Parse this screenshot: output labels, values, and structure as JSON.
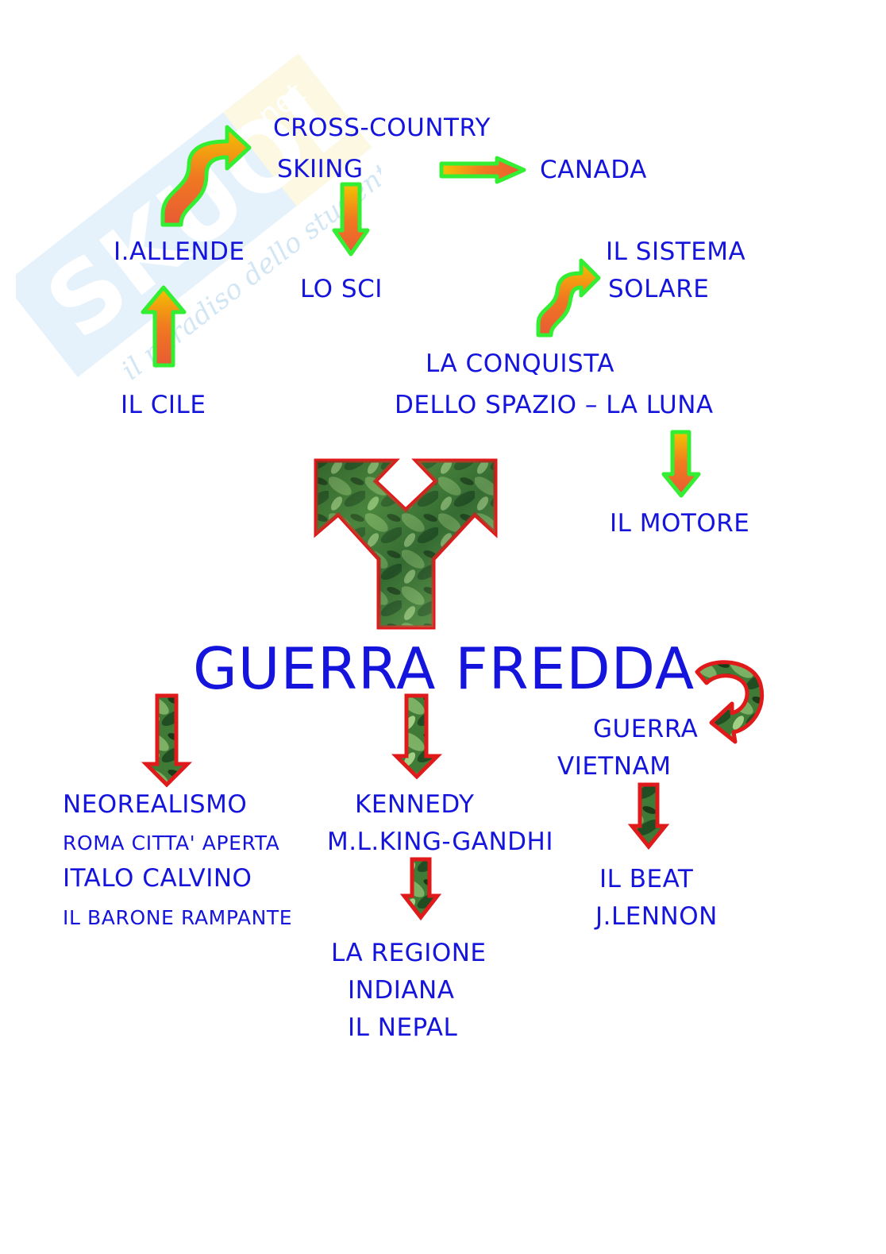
{
  "watermark": {
    "logo_text": "SKUOLA",
    "domain": ".net",
    "tagline": "il paradiso dello studente"
  },
  "upper": {
    "cross_country": "CROSS-COUNTRY",
    "skiing": "SKIING",
    "canada": "CANADA",
    "allende": "I.ALLENDE",
    "lo_sci": "LO  SCI",
    "il_sistema": "IL SISTEMA",
    "solare": "SOLARE",
    "la_conquista": "LA CONQUISTA",
    "dello_spazio": "DELLO SPAZIO – LA LUNA",
    "il_cile": "IL  CILE",
    "il_motore": "IL MOTORE"
  },
  "center": {
    "title": "GUERRA FREDDA"
  },
  "lower": {
    "guerra": "GUERRA",
    "vietnam": "VIETNAM",
    "neorealismo": "NEOREALISMO",
    "roma_citta": "ROMA CITTA' APERTA",
    "italo_calvino": "ITALO CALVINO",
    "barone": "IL BARONE RAMPANTE",
    "kennedy": "KENNEDY",
    "king_gandhi": "M.L.KING-GANDHI",
    "regione": "LA REGIONE",
    "indiana": "INDIANA",
    "nepal": "IL NEPAL",
    "beat": "IL BEAT",
    "lennon": "J.LENNON"
  },
  "colors": {
    "text": "#1414dc",
    "arrow_outline_top": "#33ee33",
    "arrow_fill_top": "#f07a20",
    "arrow_outline_bottom": "#e01a1a",
    "arrow_fill_bottom": "#2f6a2a"
  }
}
